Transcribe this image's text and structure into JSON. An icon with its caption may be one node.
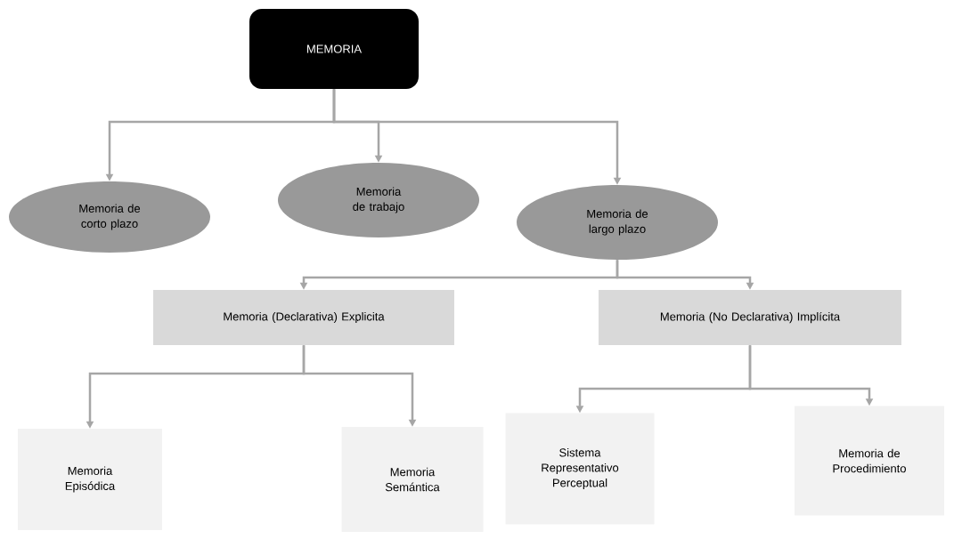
{
  "diagram": {
    "nodes": [
      {
        "text": [
          "MEMORIA"
        ]
      },
      {
        "text": [
          "Memoria de corto plazo"
        ]
      },
      {
        "text": [
          "Memoria de trabajo"
        ]
      },
      {
        "text": [
          "Memoria de largo plazo"
        ]
      },
      {
        "text": [
          "Memoria (Declarativa) Explicita"
        ]
      },
      {
        "text": [
          "Memoria (No Declarativa) Implícita"
        ]
      },
      {
        "text": [
          "Memoria Episódica"
        ]
      },
      {
        "text": [
          "Memoria Semántica"
        ]
      },
      {
        "text": [
          "Sistema Representativo Perceptual"
        ]
      },
      {
        "text": [
          "Memoria de Procedimiento"
        ]
      }
    ],
    "edges": [
      {
        "from": 0,
        "to": 1,
        "arrow": "to"
      },
      {
        "from": 0,
        "to": 2,
        "arrow": "to"
      },
      {
        "from": 0,
        "to": 3,
        "arrow": "to"
      },
      {
        "from": 3,
        "to": 4,
        "arrow": "to"
      },
      {
        "from": 3,
        "to": 5,
        "arrow": "to"
      },
      {
        "from": 4,
        "to": 6,
        "arrow": "to"
      },
      {
        "from": 4,
        "to": 7,
        "arrow": "to"
      },
      {
        "from": 5,
        "to": 8,
        "arrow": "to"
      },
      {
        "from": 5,
        "to": 9,
        "arrow": "to"
      }
    ]
  }
}
